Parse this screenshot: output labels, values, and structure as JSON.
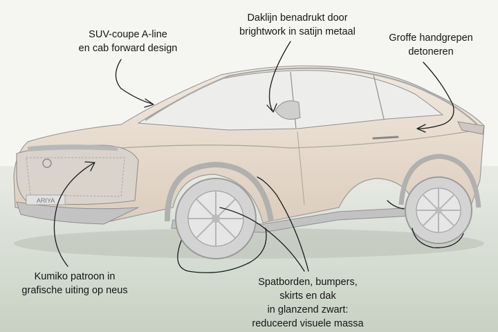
{
  "annotations": {
    "a_line": {
      "lines": [
        "SUV-coupe A-line",
        "en cab forward design"
      ]
    },
    "roof": {
      "lines": [
        "Daklijn benadrukt door",
        "brightwork in satijn metaal"
      ]
    },
    "handles": {
      "lines": [
        "Groffe handgrepen",
        "detoneren"
      ]
    },
    "kumiko": {
      "lines": [
        "Kumiko patroon in",
        "grafische uiting op neus"
      ]
    },
    "black_parts": {
      "lines": [
        "Spatborden, bumpers,",
        "skirts en dak",
        "in glanzend zwart:",
        "reduceerd visuele massa"
      ]
    }
  },
  "plate_text": "ARIYA",
  "colors": {
    "sky": "#f4f4f1",
    "grass": "#c9d2c4",
    "body": "#eadfd3",
    "body_shadow": "#d8c9ba",
    "glass": "#ececea",
    "black_trim": "#bdbdbd",
    "ink": "#151515"
  }
}
